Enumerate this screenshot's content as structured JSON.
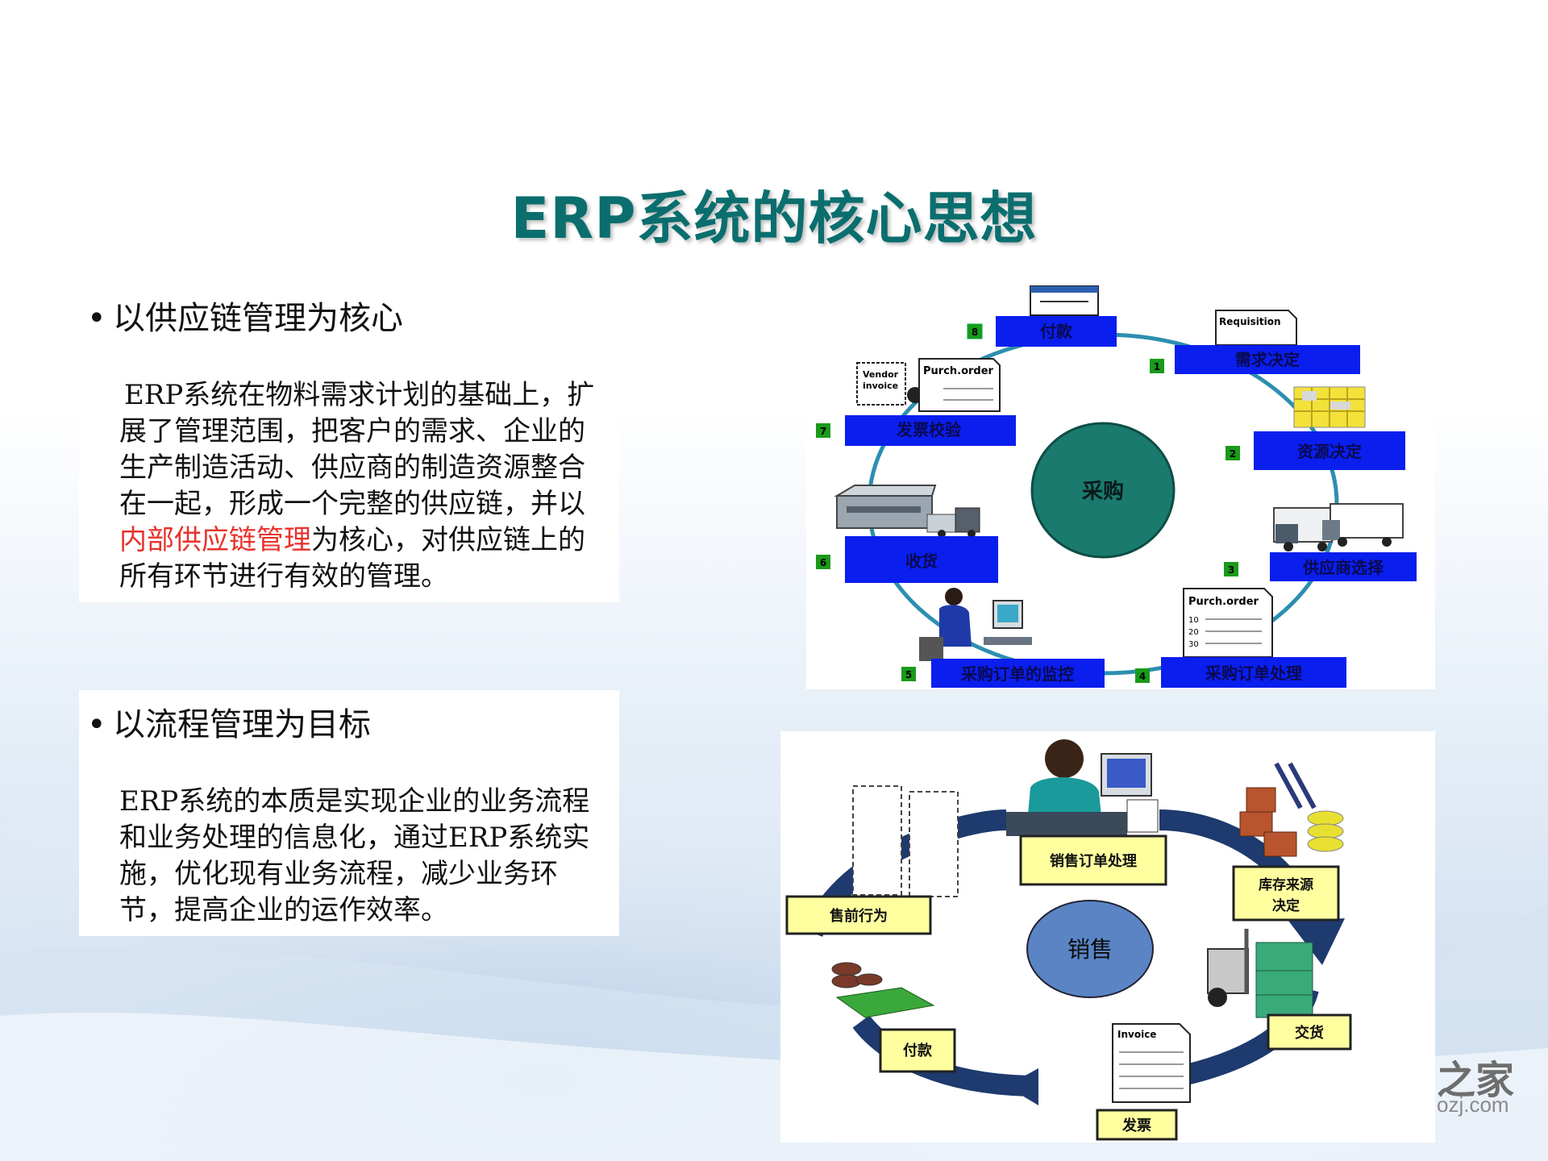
{
  "title": "ERP系统的核心思想",
  "section1": {
    "bullet": "以供应链管理为核心",
    "text_before": "ERP系统在物料需求计划的基础上，扩展了管理范围，把客户的需求、企业的生产制造活动、供应商的制造资源整合在一起，形成一个完整的供应链，并以",
    "text_highlight": "内部供应链管理",
    "text_after": "为核心，对供应链上的所有环节进行有效的管理。"
  },
  "section2": {
    "bullet": "以流程管理为目标",
    "text": "ERP系统的本质是实现企业的业务流程和业务处理的信息化，通过ERP系统实施，优化现有业务流程，减少业务环节，提高企业的运作效率。"
  },
  "purchase_diagram": {
    "center": "采购",
    "steps": [
      {
        "num": "1",
        "label": "需求决定"
      },
      {
        "num": "2",
        "label": "资源决定"
      },
      {
        "num": "3",
        "label": "供应商选择"
      },
      {
        "num": "4",
        "label": "采购订单处理"
      },
      {
        "num": "5",
        "label": "采购订单的监控"
      },
      {
        "num": "6",
        "label": "收货"
      },
      {
        "num": "7",
        "label": "发票校验"
      },
      {
        "num": "8",
        "label": "付款"
      }
    ],
    "doc_labels": {
      "requisition": "Requisition",
      "purch_order_top": "Purch.order",
      "purch_order_bottom": "Purch.order",
      "vendor": "Vendor",
      "invoice": "invoice",
      "lines": [
        "10",
        "20",
        "30"
      ]
    }
  },
  "sales_diagram": {
    "center": "销售",
    "steps": [
      {
        "label": "售前行为"
      },
      {
        "label": "销售订单处理"
      },
      {
        "label": "库存来源"
      },
      {
        "label": "决定"
      },
      {
        "label": "交货"
      },
      {
        "label": "发票"
      },
      {
        "label": "付款"
      }
    ],
    "invoice_doc": "Invoice"
  },
  "watermark": {
    "line1": "之家",
    "line2": "ozj.com"
  },
  "colors": {
    "title": "#0b6e6e",
    "highlight": "#e8322c",
    "purchase_label_bg": "#0a1eee",
    "purchase_num_bg": "#1a9a1a",
    "purchase_center": "#1a7a6e",
    "sales_label_bg": "#ffffa0",
    "sales_center": "#5a84c4",
    "sales_arrow": "#1e3a6e"
  }
}
